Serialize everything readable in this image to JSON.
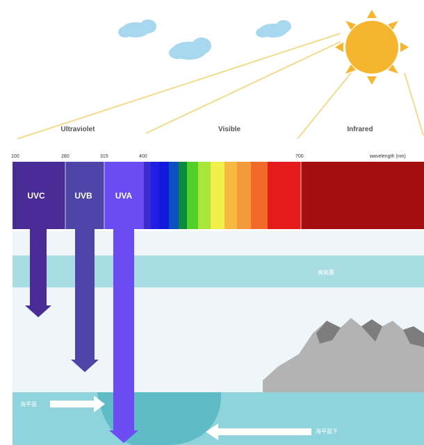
{
  "header": {
    "region_labels": [
      {
        "name": "ultraviolet",
        "text": "Ultraviolet"
      },
      {
        "name": "visible",
        "text": "Visible"
      },
      {
        "name": "infrared",
        "text": "Infrared"
      }
    ],
    "wavelength_ticks": [
      "100",
      "280",
      "315",
      "400",
      "700"
    ],
    "axis_label": "wavelength (nm)"
  },
  "uv_bands": [
    {
      "name": "uvc",
      "label": "UVC",
      "color": "#4a2c96"
    },
    {
      "name": "uvb",
      "label": "UVB",
      "color": "#4e45a8"
    },
    {
      "name": "uva",
      "label": "UVA",
      "color": "#6a4cf2"
    }
  ],
  "spectrum_colors": [
    "#3a2ccf",
    "#1f1fe6",
    "#101ad8",
    "#0b4fc0",
    "#0c8a40",
    "#4fd12a",
    "#a8e63a",
    "#f3ef4a",
    "#f7b940",
    "#f39a3a",
    "#f26a2a",
    "#e51a1a"
  ],
  "infrared_color": "#a50e0e",
  "layers": {
    "upper_label": "臭氧層",
    "lower_left_label": "海平面",
    "lower_right_label": "海平面下"
  },
  "colors": {
    "sun": "#f5b52e",
    "sky_band": "#a8dde3",
    "water": "#8fd4dd",
    "mountain": "#b3b3b3",
    "ray": "#f0dc8c"
  }
}
